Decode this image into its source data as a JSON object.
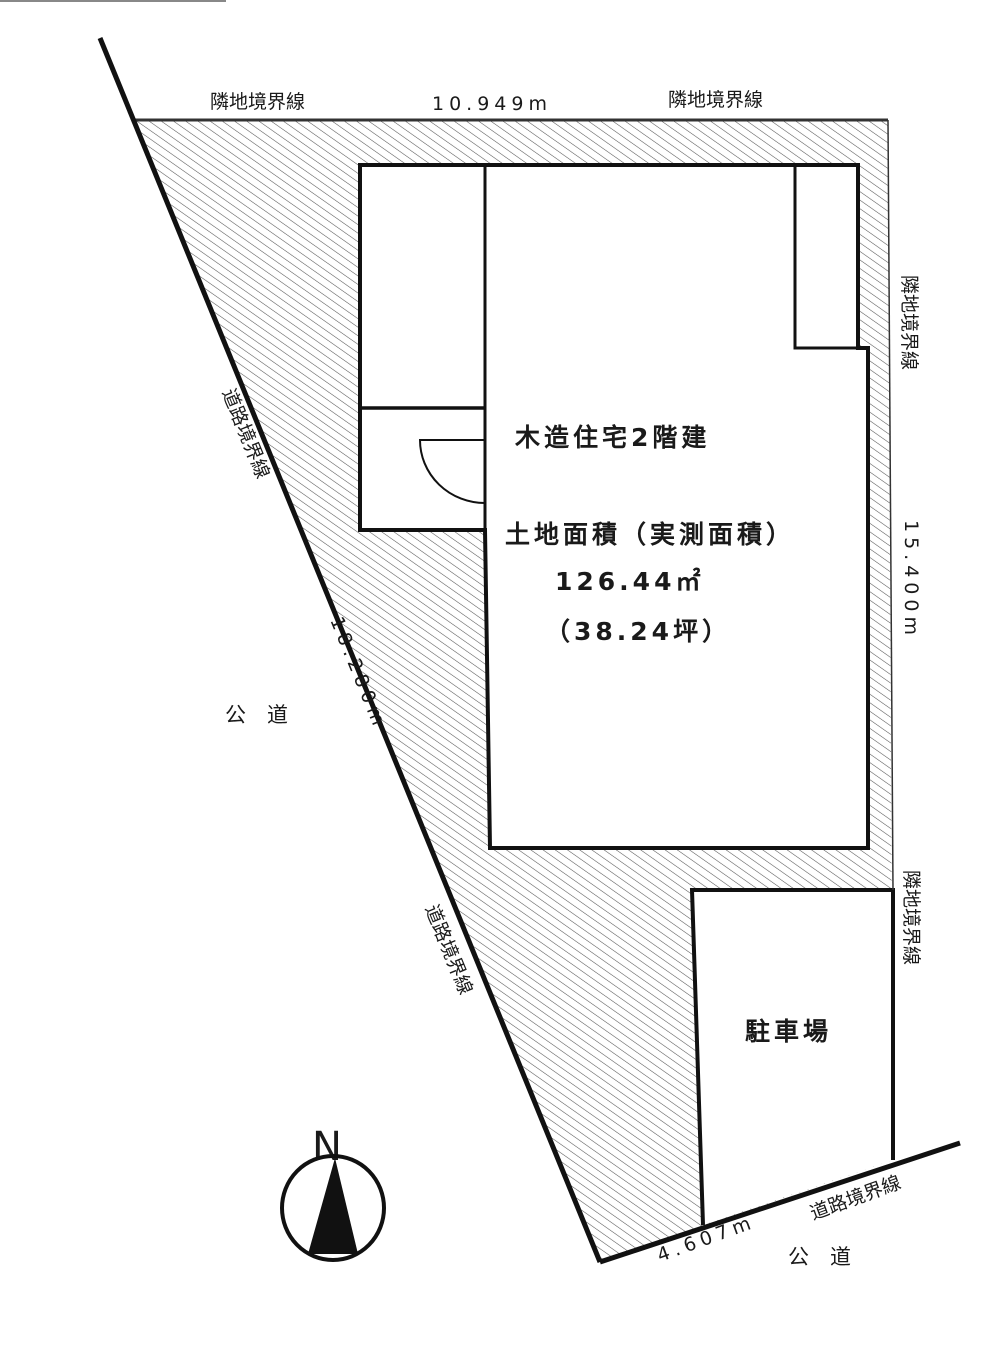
{
  "title_area": {
    "building": "木造住宅2階建",
    "land_area_label": "土地面積（実測面積）",
    "land_area_sqm": "126.44㎡",
    "land_area_tsubo": "（38.24坪）"
  },
  "parking_label": "駐車場",
  "boundaries": {
    "top_left": "隣地境界線",
    "top_right": "隣地境界線",
    "right_upper": "隣地境界線",
    "right_lower": "隣地境界線",
    "left_upper": "道路境界線",
    "left_lower": "道路境界線",
    "bottom": "道路境界線"
  },
  "dimensions": {
    "top": "10.949m",
    "right": "15.400m",
    "left": "18.280m",
    "bottom": "4.607m"
  },
  "roads": {
    "west": "公　道",
    "south": "公　道"
  },
  "compass": {
    "label": "N"
  },
  "colors": {
    "line": "#111111",
    "hatch": "#555555"
  }
}
